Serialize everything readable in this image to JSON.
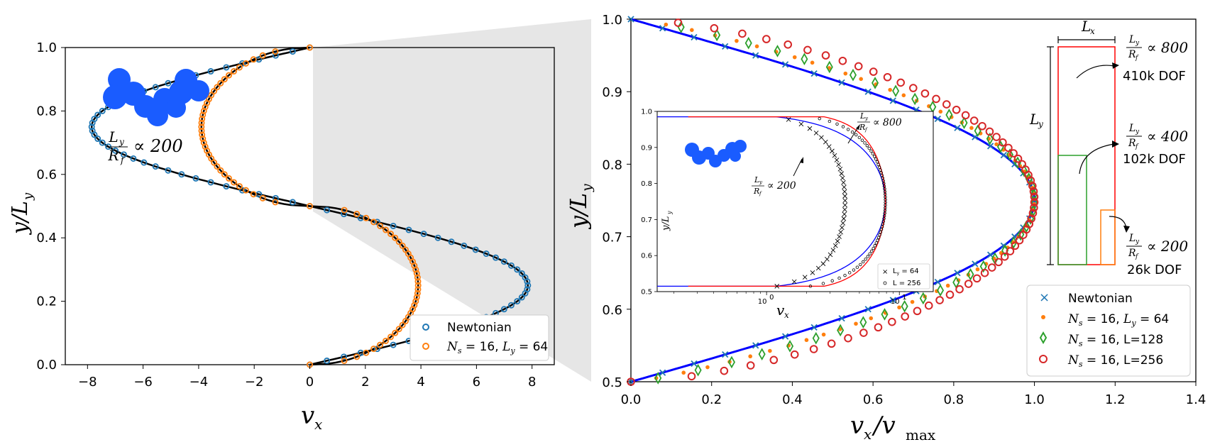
{
  "colors": {
    "newtonian": "#1f77b4",
    "ns16": "#ff7f0e",
    "l128": "#2ca02c",
    "l256": "#d62728",
    "fit": "#000000",
    "blue_line": "#0000ff",
    "red_line": "#ff0000",
    "particle": "#1a5cff",
    "zoom_band": "#e6e6e6"
  },
  "chart_data": [
    {
      "id": "left",
      "type": "scatter",
      "xlabel": "v_x",
      "ylabel": "y/L_y",
      "xlim": [
        -8.8,
        8.8
      ],
      "ylim": [
        0,
        1
      ],
      "xticks": [
        -8,
        -6,
        -4,
        -2,
        0,
        2,
        4,
        6,
        8
      ],
      "yticks": [
        0.0,
        0.2,
        0.4,
        0.6,
        0.8,
        1.0
      ],
      "xtick_labels": [
        "−8",
        "−6",
        "−4",
        "−2",
        "0",
        "2",
        "4",
        "6",
        "8"
      ],
      "ytick_labels": [
        "0.0",
        "0.2",
        "0.4",
        "0.6",
        "0.8",
        "1.0"
      ],
      "annotation": "L_y/R_f ∝ 200",
      "legend": {
        "position": "lower-right",
        "entries": [
          "Newtonian",
          "N_s = 16, L_y = 64"
        ]
      },
      "series": [
        {
          "name": "Newtonian",
          "marker": "circle",
          "amplitude": 7.85,
          "y_step": 0.0125
        },
        {
          "name": "N_s = 16, L_y = 64",
          "marker": "circle",
          "amplitude": 3.9,
          "y_step": 0.0125
        }
      ],
      "fit_lines": [
        {
          "amplitude": 7.85,
          "shape": "sine"
        },
        {
          "amplitude": 3.9,
          "shape": "plug"
        }
      ]
    },
    {
      "id": "right",
      "type": "scatter",
      "xlabel": "v_x/v_max",
      "ylabel": "y/L_y",
      "xlim": [
        0,
        1.4
      ],
      "ylim": [
        0.5,
        1.0
      ],
      "xticks": [
        0.0,
        0.2,
        0.4,
        0.6,
        0.8,
        1.0,
        1.2,
        1.4
      ],
      "yticks": [
        0.5,
        0.6,
        0.7,
        0.8,
        0.9,
        1.0
      ],
      "xtick_labels": [
        "0.0",
        "0.2",
        "0.4",
        "0.6",
        "0.8",
        "1.0",
        "1.2",
        "1.4"
      ],
      "ytick_labels": [
        "0.5",
        "0.6",
        "0.7",
        "0.8",
        "0.9",
        "1.0"
      ],
      "legend": {
        "position": "lower-right",
        "entries": [
          "Newtonian",
          "N_s = 16, L_y = 64",
          "N_s = 16, L=128",
          "N_s = 16, L=256"
        ]
      },
      "series": [
        {
          "name": "Newtonian",
          "marker": "x",
          "shape": "sine"
        },
        {
          "name": "N_s = 16, L_y = 64",
          "marker": "dot",
          "shape": "blunt"
        },
        {
          "name": "N_s = 16, L=128",
          "marker": "diamond",
          "shape": "blunt"
        },
        {
          "name": "N_s = 16, L=256",
          "marker": "circle",
          "shape": "blunter"
        }
      ],
      "domain_sketch": {
        "width_label": "L_x",
        "height_label": "L_y",
        "boxes": [
          {
            "ratio": "L_y/R_f ∝ 800",
            "dof": "410k DOF"
          },
          {
            "ratio": "L_y/R_f ∝ 400",
            "dof": "102k DOF"
          },
          {
            "ratio": "L_y/R_f ∝ 200",
            "dof": "26k DOF"
          }
        ]
      }
    },
    {
      "id": "inset",
      "type": "scatter",
      "xscale": "log",
      "xlabel": "v_x",
      "ylabel": "y/L_y",
      "xlim": [
        0.15,
        18
      ],
      "ylim": [
        0.5,
        1.0
      ],
      "ytick_labels": [
        "0.5",
        "0.6",
        "0.7",
        "0.8",
        "0.9",
        "1.0"
      ],
      "xtick_labels": [
        "10^0",
        "10^1"
      ],
      "annotations": [
        "L_y/R_f ∝ 800",
        "L_y/R_f ∝ 200"
      ],
      "legend": {
        "position": "lower-right",
        "entries": [
          "L_y = 64",
          "L = 256"
        ]
      },
      "series": [
        {
          "name": "L_y = 64",
          "marker": "x"
        },
        {
          "name": "L = 256",
          "marker": "circle"
        }
      ],
      "lines": [
        {
          "color": "blue",
          "amplitude": 7.85
        },
        {
          "color": "red",
          "amplitude": 7.85
        }
      ]
    }
  ]
}
